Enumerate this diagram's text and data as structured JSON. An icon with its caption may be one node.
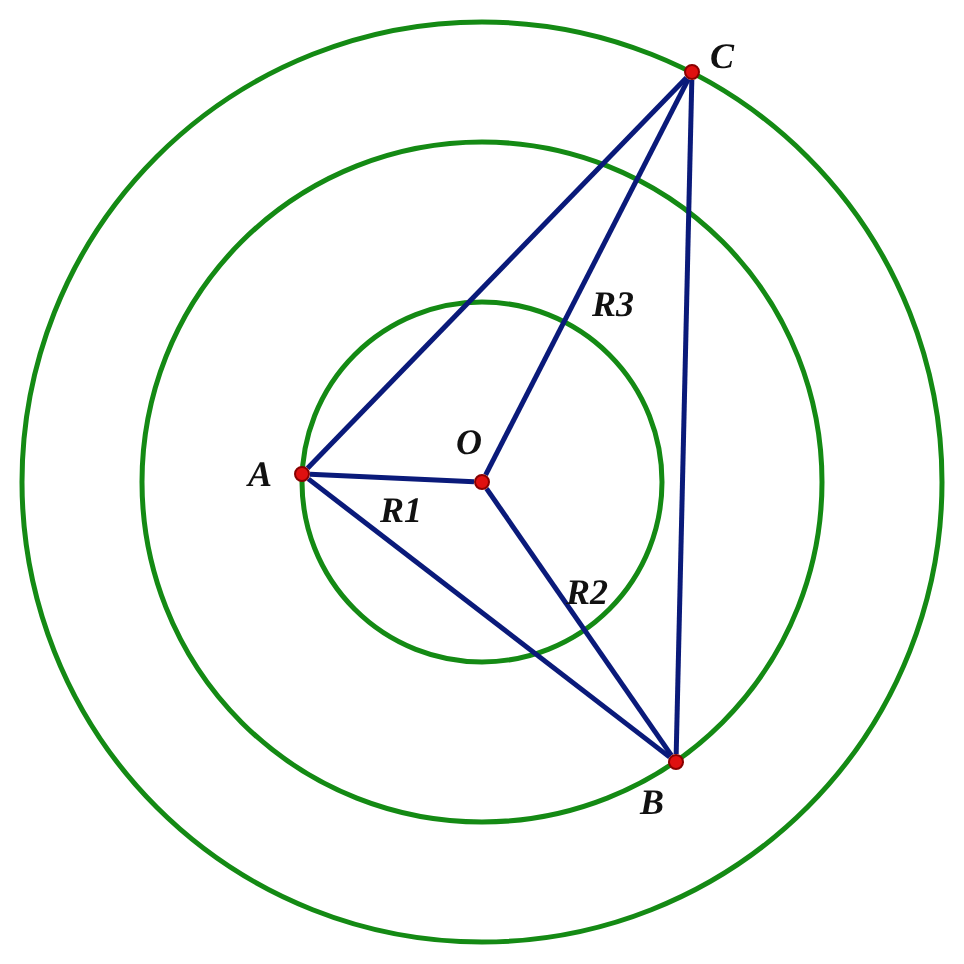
{
  "diagram": {
    "nodes": [
      {
        "text": [],
        "shape": "circle",
        "beside": [
          "C"
        ]
      },
      {
        "text": [],
        "shape": "circle",
        "beside": [
          "O"
        ]
      },
      {
        "text": [],
        "shape": "circle",
        "beside": [
          "A"
        ]
      },
      {
        "text": [],
        "shape": "circle",
        "beside": [
          "B"
        ]
      }
    ],
    "edges": [
      {
        "from": 2,
        "to": 1,
        "arrow": "none",
        "label": "R1"
      },
      {
        "from": 1,
        "to": 3,
        "arrow": "none",
        "label": "R2"
      },
      {
        "from": 1,
        "to": 0,
        "arrow": "none",
        "label": "R3"
      },
      {
        "from": 2,
        "to": 0,
        "arrow": "none"
      },
      {
        "from": 2,
        "to": 3,
        "arrow": "none"
      },
      {
        "from": 3,
        "to": 0,
        "arrow": "none"
      }
    ]
  }
}
